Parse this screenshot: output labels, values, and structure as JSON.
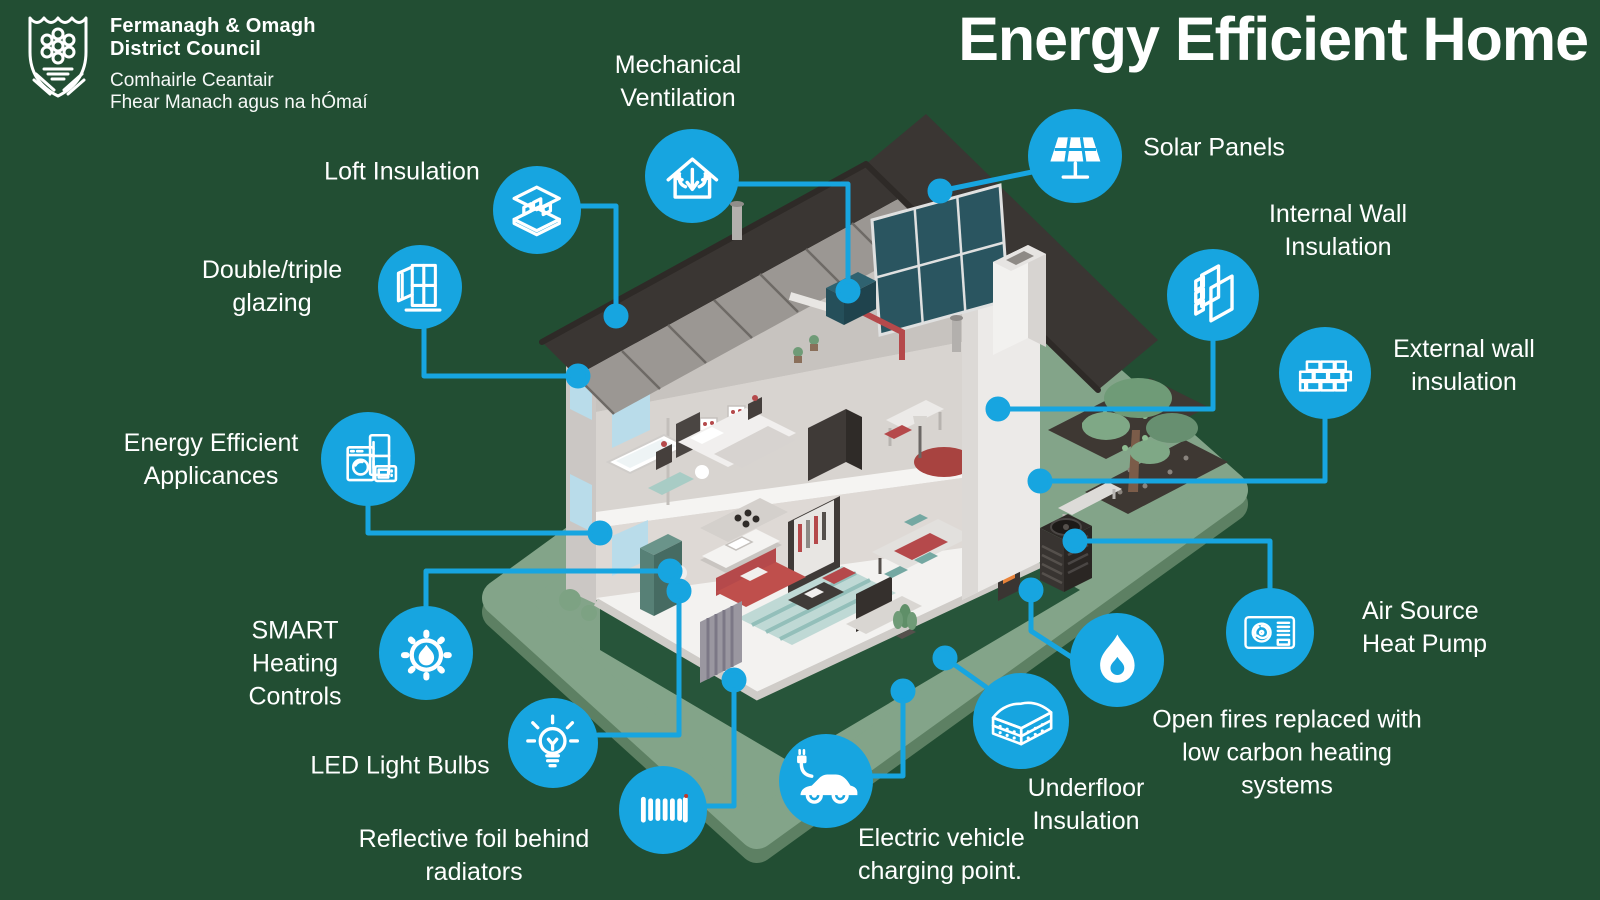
{
  "header": {
    "title": "Energy Efficient Home",
    "logo": {
      "org_line1": "Fermanagh & Omagh",
      "org_line2": "District Council",
      "irish_line1": "Comhairle Ceantair",
      "irish_line2": "Fhear Manach agus na hÓmaí"
    }
  },
  "colors": {
    "background": "#224e33",
    "accent_blue": "#17a5e0",
    "label_text": "#ffffff",
    "lawn_green": "#83a489",
    "lawn_edge_green": "#5d8063",
    "roof_dark": "#3a3633",
    "solar_panel": "#2a5560",
    "wall_light": "#e9e7e4",
    "sofa_red": "#bf4f4c",
    "appliance_teal": "#578076"
  },
  "callouts": [
    {
      "id": "loft-insulation",
      "icon": "loft-insulation-icon",
      "label": "Loft Insulation"
    },
    {
      "id": "double-triple-glazing",
      "icon": "window-glazing-icon",
      "label": "Double/triple glazing"
    },
    {
      "id": "mechanical-ventilation",
      "icon": "mechanical-ventilation-icon",
      "label": "Mechanical Ventilation"
    },
    {
      "id": "solar-panels",
      "icon": "solar-panel-icon",
      "label": "Solar Panels"
    },
    {
      "id": "internal-wall-insulation",
      "icon": "internal-wall-icon",
      "label": "Internal Wall Insulation"
    },
    {
      "id": "external-wall-insulation",
      "icon": "brick-wall-icon",
      "label": "External wall insulation"
    },
    {
      "id": "energy-efficient-appliances",
      "icon": "appliances-icon",
      "label": "Energy Efficient Applicances"
    },
    {
      "id": "smart-heating-controls",
      "icon": "smart-heating-icon",
      "label": "SMART Heating Controls"
    },
    {
      "id": "led-light-bulbs",
      "icon": "led-bulb-icon",
      "label": "LED Light Bulbs"
    },
    {
      "id": "reflective-foil",
      "icon": "radiator-icon",
      "label": "Reflective foil behind radiators"
    },
    {
      "id": "ev-charging",
      "icon": "electric-car-icon",
      "label": "Electric vehicle charging point."
    },
    {
      "id": "underfloor-insulation",
      "icon": "underfloor-insulation-icon",
      "label": "Underfloor Insulation"
    },
    {
      "id": "open-fires",
      "icon": "flame-icon",
      "label": "Open fires replaced with low carbon heating systems"
    },
    {
      "id": "air-source-heat-pump",
      "icon": "heat-pump-icon",
      "label": "Air Source Heat Pump"
    }
  ]
}
